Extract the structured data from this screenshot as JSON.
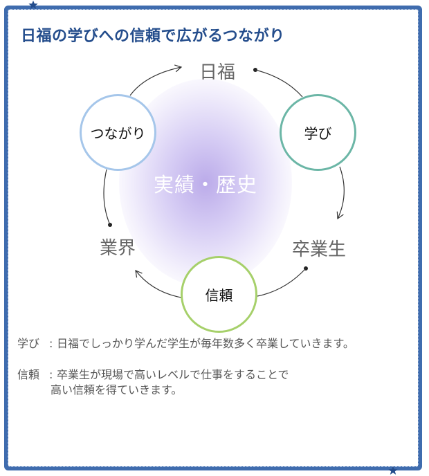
{
  "title": "日福の学びへの信頼で広がるつながり",
  "diagram": {
    "center_text": "実績・歴史",
    "nodes": {
      "manabi": "学び",
      "shinrai": "信頼",
      "tsunagari": "つながり"
    },
    "labels": {
      "nippuku": "日福",
      "sotsugyosei": "卒業生",
      "gyokai": "業界"
    },
    "colors": {
      "manabi_ring": "#6bb6a6",
      "shinrai_ring": "#a6d06a",
      "tsunagari_ring": "#a5c6ea",
      "center_glow": "#b9a9ec",
      "frame": "#3f6cae",
      "title": "#244d8c"
    }
  },
  "descriptions": [
    {
      "term": "学び",
      "colon": ":",
      "lines": [
        "日福でしっかり学んだ学生が毎年数多く卒業していきます。"
      ]
    },
    {
      "term": "信頼",
      "colon": ":",
      "lines": [
        "卒業生が現場で高いレベルで仕事をすることで",
        "高い信頼を得ていきます。"
      ]
    }
  ],
  "icons": [
    "star-icon",
    "star-icon"
  ]
}
